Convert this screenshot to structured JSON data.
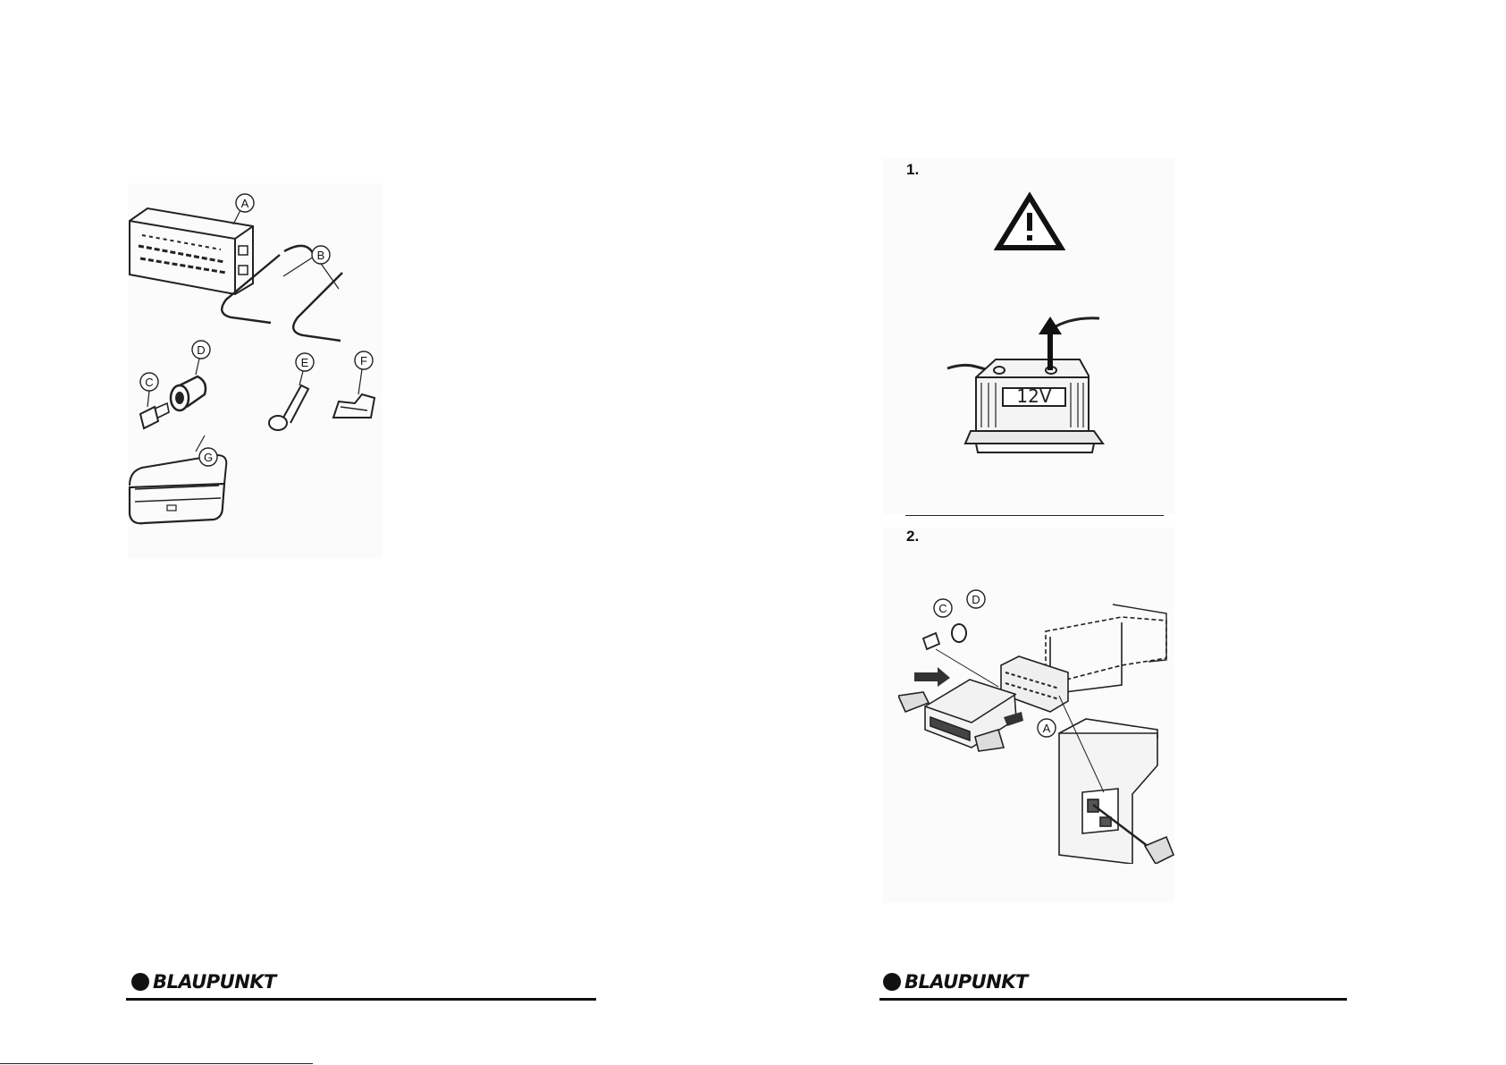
{
  "left_page": {
    "parts": [
      {
        "label": "A",
        "name": "mounting-frame"
      },
      {
        "label": "B",
        "name": "release-keys"
      },
      {
        "label": "C",
        "name": "bolt"
      },
      {
        "label": "D",
        "name": "rubber-sleeve"
      },
      {
        "label": "E",
        "name": "plug-adapter"
      },
      {
        "label": "F",
        "name": "clip"
      },
      {
        "label": "G",
        "name": "storage-case"
      }
    ],
    "brand": "BLAUPUNKT"
  },
  "right_page": {
    "step1": {
      "number": "1.",
      "battery_label": "12V"
    },
    "step2": {
      "number": "2.",
      "callouts": [
        "C",
        "D",
        "A"
      ]
    },
    "brand": "BLAUPUNKT"
  },
  "icons": [
    "warning-triangle-icon",
    "brand-dot-icon"
  ]
}
